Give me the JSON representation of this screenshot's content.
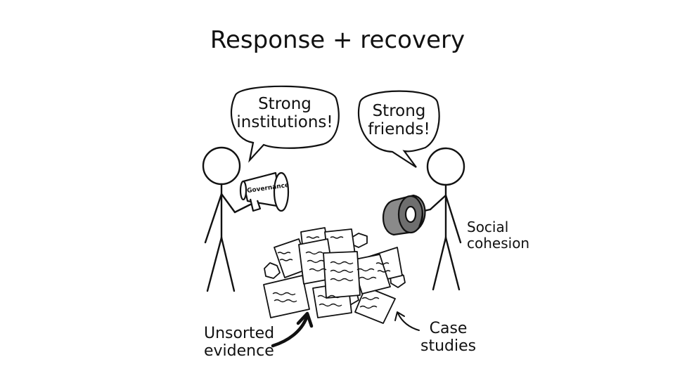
{
  "title": "Response + recovery",
  "bubbles": {
    "left": [
      "Strong",
      "institutions!"
    ],
    "right": [
      "Strong",
      "friends!"
    ]
  },
  "megaphone_label": "Governance",
  "labels": {
    "social_cohesion": [
      "Social",
      "cohesion"
    ],
    "unsorted_evidence": [
      "Unsorted",
      "evidence"
    ],
    "case_studies": [
      "Case",
      "studies"
    ]
  },
  "colors": {
    "ink": "#111111",
    "tape": "#8a8a8a",
    "tape_dark": "#6e6e6e",
    "paper": "#ffffff"
  }
}
